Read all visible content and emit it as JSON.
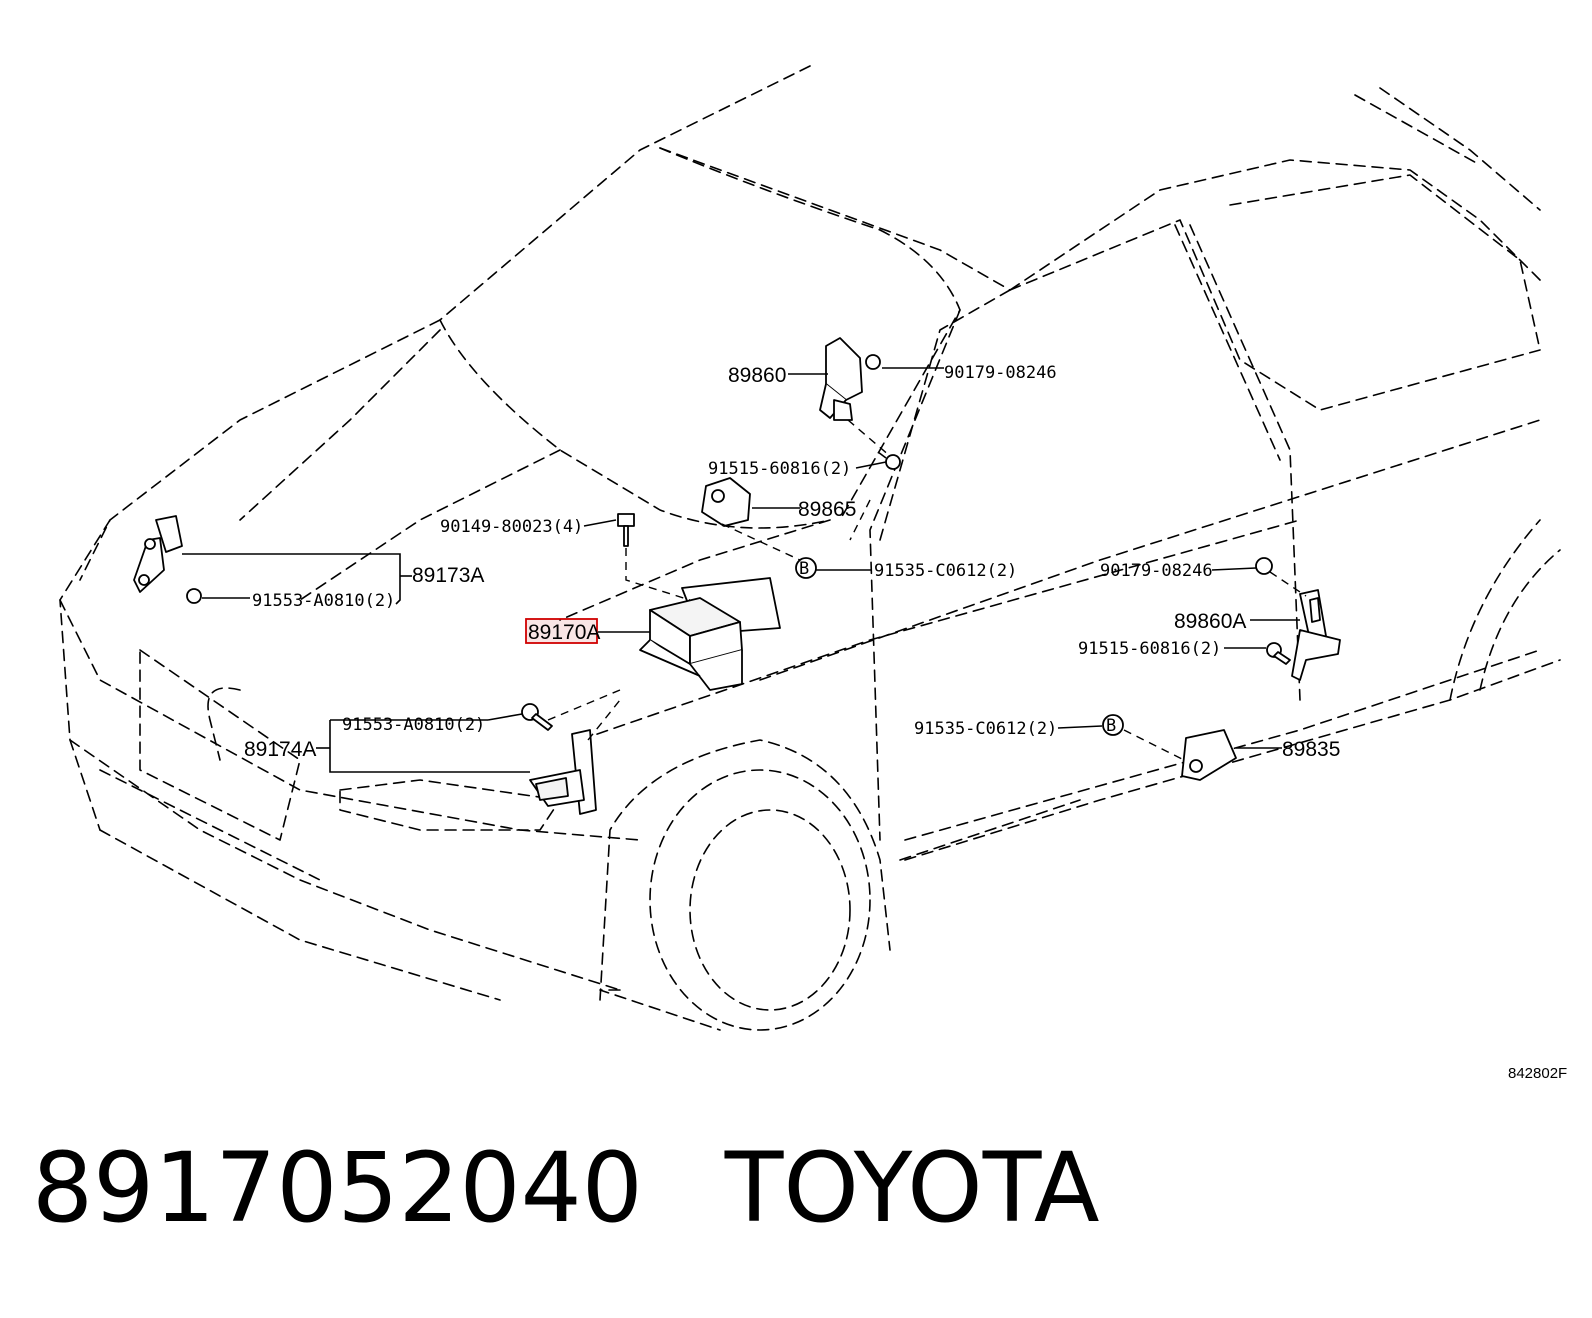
{
  "diagram": {
    "figure_ref": "842802F",
    "highlighted_part": "89170A",
    "highlight_color": "#d00000",
    "labels": {
      "p89860": "89860",
      "p90179_top": "90179-08246",
      "p91515_top": "91515-60816(2)",
      "p89865": "89865",
      "p90149": "90149-80023(4)",
      "p91535_top": "91535-C0612(2)",
      "p89173A": "89173A",
      "p91553_top": "91553-A0810(2)",
      "p89170A": "89170A",
      "p91553_bot": "91553-A0810(2)",
      "p89174A": "89174A",
      "p90179_right": "90179-08246",
      "p89860A": "89860A",
      "p91515_right": "91515-60816(2)",
      "p91535_bot": "91535-C0612(2)",
      "p89835": "89835"
    }
  },
  "caption": {
    "part_number": "8917052040",
    "brand": "TOYOTA"
  }
}
